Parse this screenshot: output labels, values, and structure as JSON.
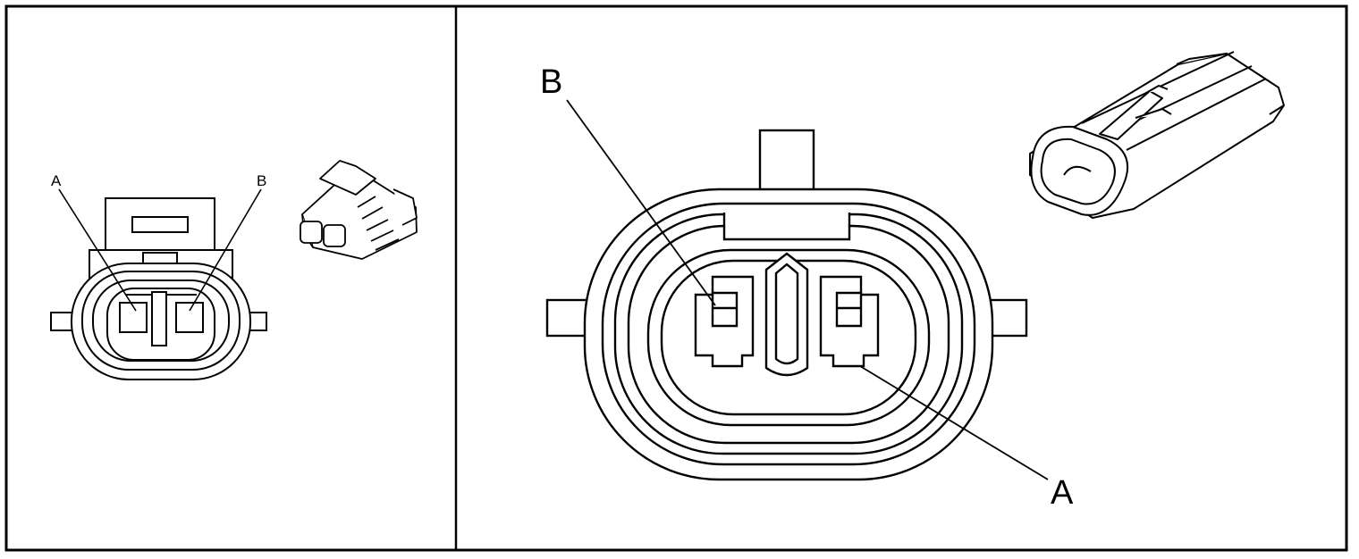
{
  "left_panel": {
    "label_a": "A",
    "label_b": "B"
  },
  "right_panel": {
    "label_a": "A",
    "label_b": "B"
  },
  "colors": {
    "line": "#000000",
    "background": "#ffffff"
  }
}
